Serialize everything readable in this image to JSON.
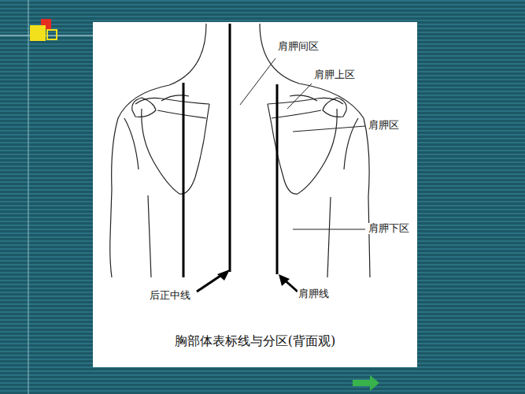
{
  "diagram": {
    "caption": "胸部体表标线与分区(背面观)",
    "labels": [
      "肩胛间区",
      "肩胛上区",
      "肩胛区",
      "肩胛下区",
      "后正中线",
      "肩胛线"
    ]
  }
}
